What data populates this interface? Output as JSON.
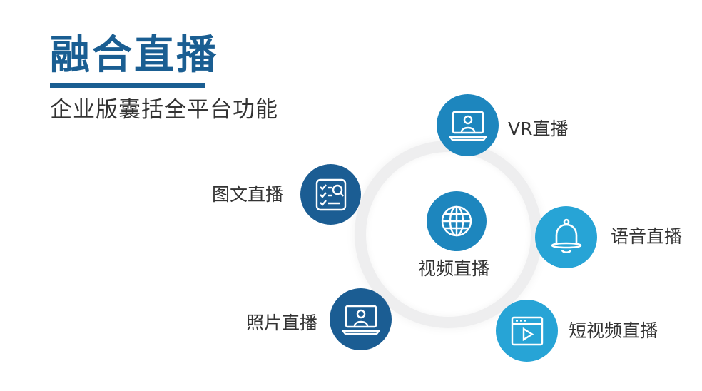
{
  "header": {
    "title": "融合直播",
    "subtitle": "企业版囊括全平台功能"
  },
  "colors": {
    "brand": "#1a5e92",
    "dark_blue": "#1b5d93",
    "mid_blue": "#1d86be",
    "light_blue": "#27a4d6",
    "ring": "#eeeeef"
  },
  "center": {
    "label": "视频直播",
    "icon": "globe-icon"
  },
  "features": [
    {
      "label": "VR直播",
      "icon": "presenter-screen-icon"
    },
    {
      "label": "图文直播",
      "icon": "checklist-search-icon"
    },
    {
      "label": "语音直播",
      "icon": "bell-icon"
    },
    {
      "label": "照片直播",
      "icon": "presenter-screen-icon"
    },
    {
      "label": "短视频直播",
      "icon": "video-player-icon"
    }
  ]
}
